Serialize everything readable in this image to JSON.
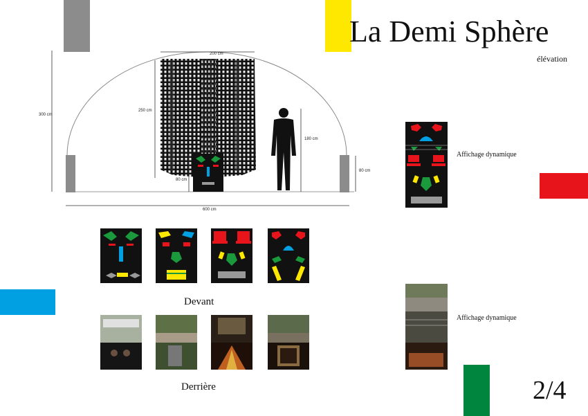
{
  "title": "La Demi Sphère",
  "subtitle": "élévation",
  "dimensions": {
    "width_top": "200 cm",
    "height_total": "300 cm",
    "height_screen": "250 cm",
    "height_person": "180 cm",
    "height_box": "80 cm",
    "height_pillar": "80 cm",
    "width_box": "80 cm",
    "width_total": "600 cm"
  },
  "labels": {
    "display_top": "Affichage dynamique",
    "display_bottom": "Affichage dynamique",
    "front": "Devant",
    "back": "Derrière"
  },
  "page_number": "2/4",
  "colors": {
    "grey": "#8c8c8c",
    "yellow": "#ffe800",
    "red": "#e8141c",
    "blue": "#00a0e3",
    "green": "#00853e"
  }
}
